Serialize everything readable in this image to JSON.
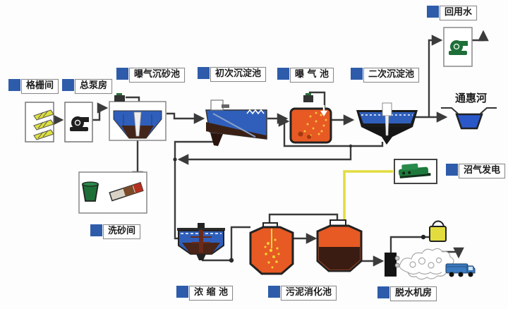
{
  "labels": {
    "grate_room": "格栅间",
    "main_pump_house": "总泵房",
    "aerated_grit_tank": "曝气沉砂池",
    "primary_sedimentation_tank": "初次沉淀池",
    "aeration_tank": "曝 气 池",
    "secondary_sedimentation_tank": "二次沉淀池",
    "reuse_water": "回用水",
    "tonghui_river": "通惠河",
    "biogas_power": "沼气发电",
    "sand_washing_room": "洗砂间",
    "thickening_tank": "浓 缩 池",
    "sludge_digestion_tank": "污泥消化池",
    "dewatering_room": "脱水机房"
  },
  "colors": {
    "label_square": "#2e5cab",
    "pipe_gray": "#3b3b3b",
    "water_blue": "#2f5fba",
    "tank_orange": "#e75a24",
    "sludge_brown": "#43251a",
    "biogas_yellow": "#e2dc3e",
    "machine_green": "#1e6e38",
    "truck_blue": "#3a7abf",
    "river_blue": "#2b58c8"
  },
  "icons": [
    "bar-screen-icon",
    "pump-icon",
    "blower-icon",
    "grit-funnel-icon",
    "scraper-icon",
    "reuse-pump-icon",
    "generator-icon",
    "sand-bucket-icon",
    "sand-classifier-icon",
    "thickener-icon",
    "digester-icon",
    "dewatering-machine-icon",
    "polymer-tank-icon",
    "sludge-cake-icon",
    "sludge-truck-icon",
    "river-channel-icon"
  ]
}
